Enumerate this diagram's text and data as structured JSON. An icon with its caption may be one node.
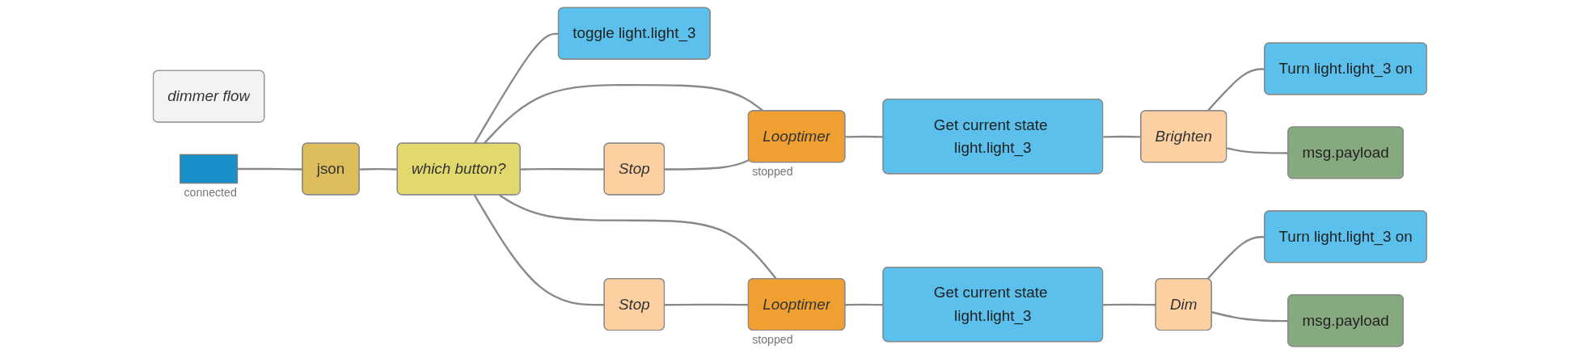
{
  "diagram": {
    "nodes": [
      {
        "text": [
          "dimmer flow"
        ]
      },
      {
        "text": [],
        "shape": "box",
        "beside": [
          "connected"
        ]
      },
      {
        "text": [
          "json"
        ]
      },
      {
        "text": [
          "which button?"
        ]
      },
      {
        "text": [
          "toggle light.light_3"
        ]
      },
      {
        "text": [
          "Stop"
        ]
      },
      {
        "text": [
          "Looptimer"
        ],
        "beside": [
          "stopped"
        ]
      },
      {
        "text": [
          "Get current state light.light_3"
        ]
      },
      {
        "text": [
          "Brighten"
        ]
      },
      {
        "text": [
          "Turn light.light_3 on"
        ]
      },
      {
        "text": [
          "msg.payload"
        ]
      },
      {
        "text": [
          "Stop"
        ]
      },
      {
        "text": [
          "Looptimer"
        ],
        "beside": [
          "stopped"
        ]
      },
      {
        "text": [
          "Get current state light.light_3"
        ]
      },
      {
        "text": [
          "Dim"
        ]
      },
      {
        "text": [
          "Turn light.light_3 on"
        ]
      },
      {
        "text": [
          "msg.payload"
        ]
      }
    ],
    "edges": [
      {
        "from": 1,
        "to": 2,
        "arrow": "none"
      },
      {
        "from": 2,
        "to": 3,
        "arrow": "none"
      },
      {
        "from": 3,
        "to": 4,
        "arrow": "none"
      },
      {
        "from": 3,
        "to": 6,
        "arrow": "none"
      },
      {
        "from": 3,
        "to": 5,
        "arrow": "none"
      },
      {
        "from": 3,
        "to": 12,
        "arrow": "none"
      },
      {
        "from": 3,
        "to": 11,
        "arrow": "none"
      },
      {
        "from": 5,
        "to": 6,
        "arrow": "none"
      },
      {
        "from": 11,
        "to": 12,
        "arrow": "none"
      },
      {
        "from": 6,
        "to": 7,
        "arrow": "none"
      },
      {
        "from": 12,
        "to": 13,
        "arrow": "none"
      },
      {
        "from": 7,
        "to": 8,
        "arrow": "none"
      },
      {
        "from": 8,
        "to": 9,
        "arrow": "none"
      },
      {
        "from": 8,
        "to": 10,
        "arrow": "none"
      },
      {
        "from": 13,
        "to": 14,
        "arrow": "none"
      },
      {
        "from": 14,
        "to": 15,
        "arrow": "none"
      },
      {
        "from": 14,
        "to": 16,
        "arrow": "none"
      }
    ]
  }
}
